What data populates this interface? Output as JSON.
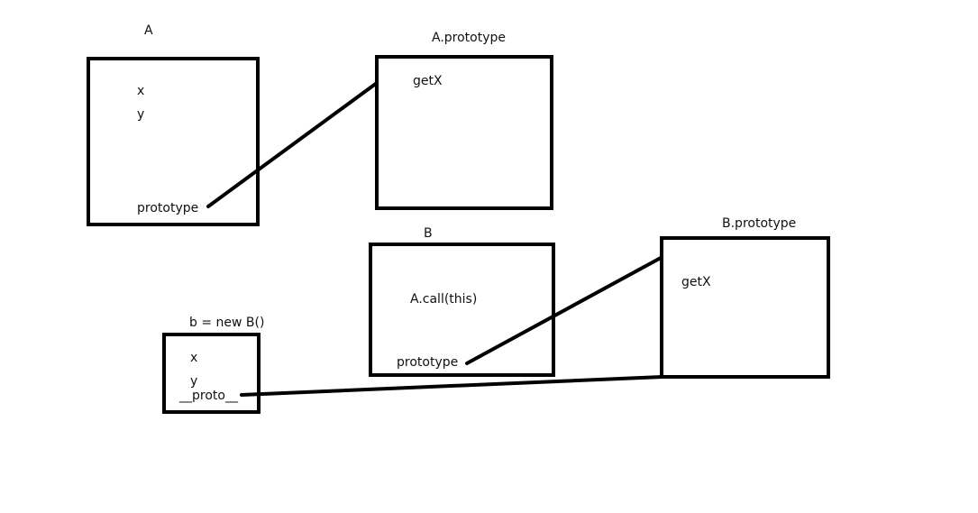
{
  "diagram": {
    "nodes": {
      "a": {
        "title": "A",
        "fields": [
          "x",
          "y",
          "prototype"
        ]
      },
      "a_proto": {
        "title": "A.prototype",
        "fields": [
          "getX"
        ]
      },
      "b": {
        "title": "B",
        "fields": [
          "A.call(this)",
          "prototype"
        ]
      },
      "b_proto": {
        "title": "B.prototype",
        "fields": [
          "getX"
        ]
      },
      "b_instance": {
        "title": "b = new B()",
        "fields": [
          "x",
          "y",
          "__proto__"
        ]
      }
    },
    "edges": [
      {
        "from": "A.prototype",
        "to": "A.prototype box"
      },
      {
        "from": "B.prototype",
        "to": "B.prototype box"
      },
      {
        "from": "b.__proto__",
        "to": "B.prototype box"
      }
    ],
    "colors": {
      "stroke": "#000000",
      "text": "#111111",
      "background": "#ffffff"
    }
  }
}
